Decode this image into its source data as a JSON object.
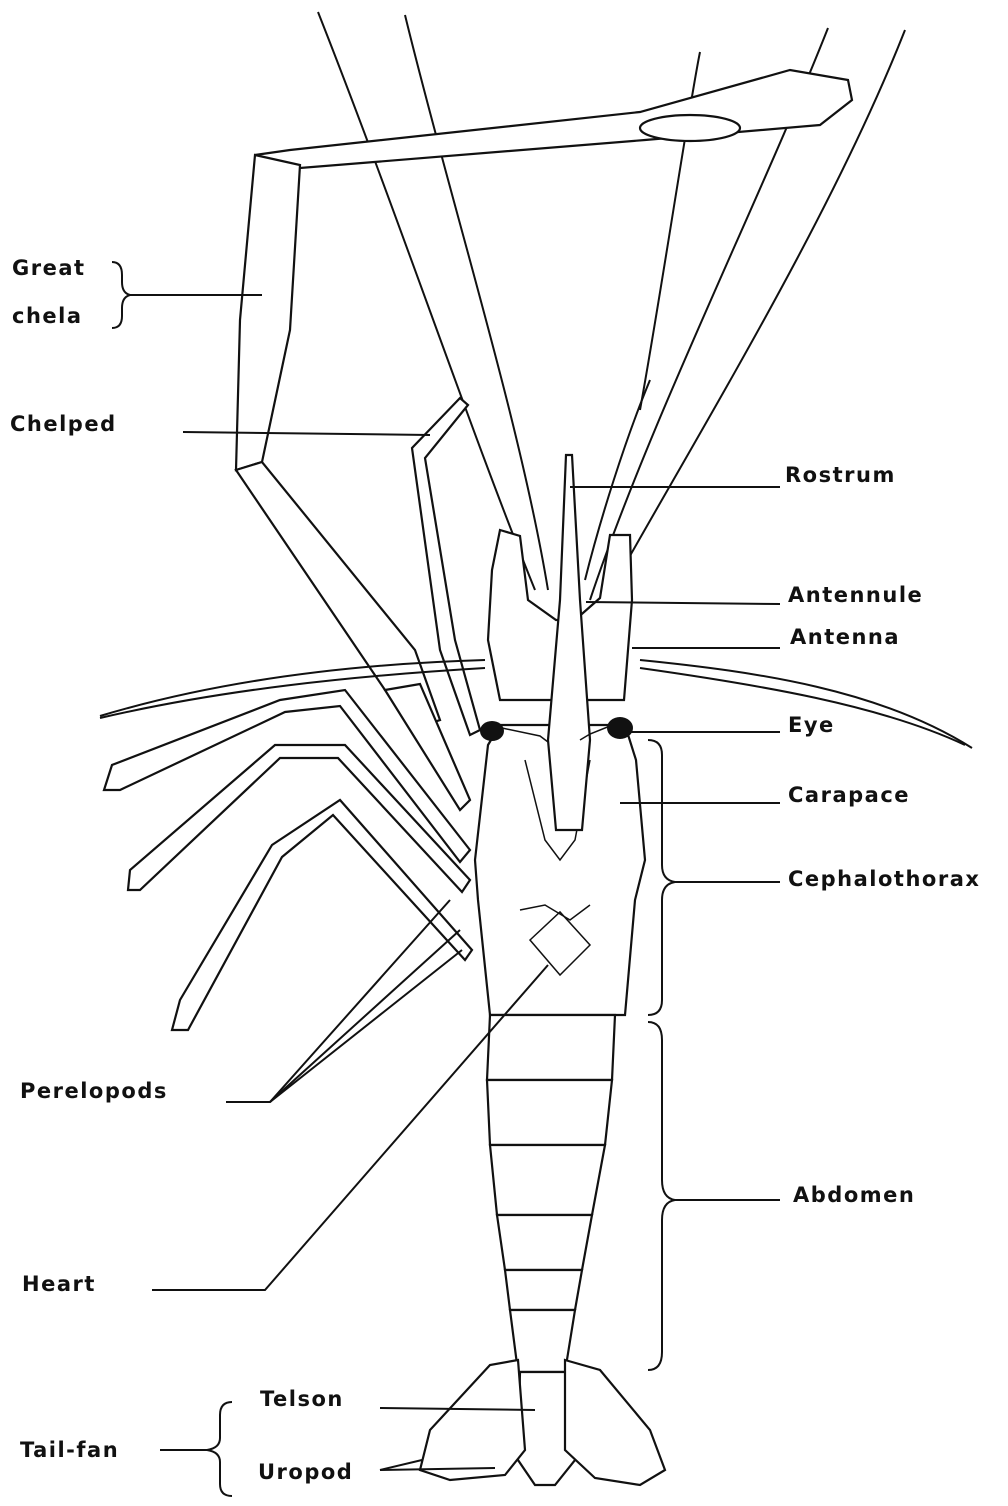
{
  "labels": {
    "great_line1": "Great",
    "great_line2": "chela",
    "cheliped": "Chelped",
    "rostrum": "Rostrum",
    "antennule": "Antennule",
    "antenna": "Antenna",
    "eye": "Eye",
    "carapace": "Carapace",
    "cephalothorax": "Cephalothorax",
    "perelopods": "Perelopods",
    "abdomen": "Abdomen",
    "heart": "Heart",
    "telson": "Telson",
    "tailfan": "Tail-fan",
    "uropod": "Uropod"
  }
}
